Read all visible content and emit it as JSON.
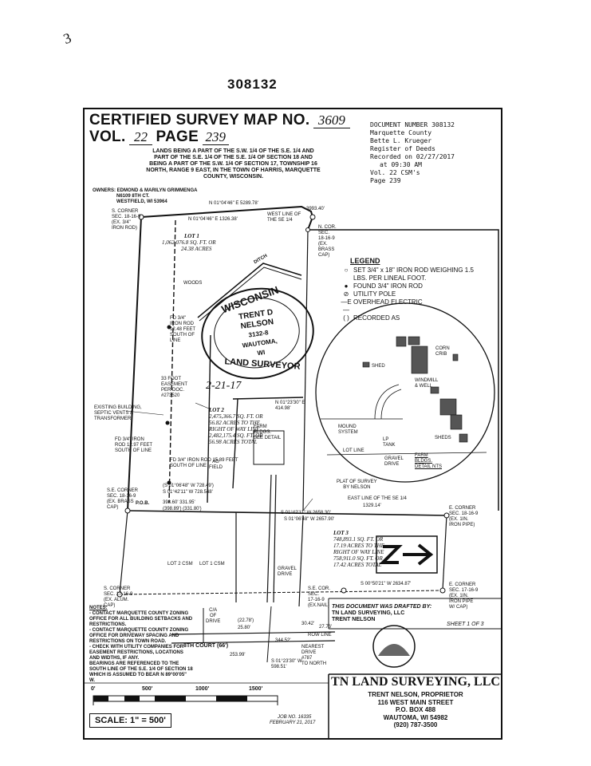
{
  "page_mark": "3",
  "doc_number": "308132",
  "title": "CERTIFIED SURVEY MAP NO.",
  "map_no": "3609",
  "vol_label": "VOL.",
  "vol_no": "22",
  "page_label": "PAGE",
  "page_no": "239",
  "description": [
    "LANDS BEING A PART OF THE S.W. 1/4 OF THE S.E. 1/4 AND",
    "PART OF THE S.E. 1/4 OF THE S.E. 1/4 OF SECTION 18 AND",
    "BEING A PART OF THE S.W. 1/4 OF SECTION 17, TOWNSHIP 16",
    "NORTH, RANGE 9 EAST, IN THE TOWN OF HARRIS, MARQUETTE",
    "COUNTY, WISCONSIN."
  ],
  "owners": [
    "OWNERS: EDMOND & MARILYN GRIMMENGA",
    "N6109 8TH CT.",
    "WESTFIELD, WI 53964"
  ],
  "recording_stamp": [
    "DOCUMENT NUMBER 308132",
    "Marquette County",
    "Bette L. Krueger",
    "Register of Deeds",
    "Recorded on 02/27/2017",
    "at 09:30 AM",
    "Vol. 22 CSM's",
    "Page 239"
  ],
  "legend": {
    "title": "LEGEND",
    "items": [
      {
        "symbol": "○",
        "text": "SET 3/4\" x 18\" IRON ROD WEIGHING 1.5 LBS. PER LINEAL FOOT."
      },
      {
        "symbol": "●",
        "text": "FOUND 3/4\" IRON ROD"
      },
      {
        "symbol": "⊘",
        "text": "UTILITY POLE"
      },
      {
        "symbol": "—E—",
        "text": "OVERHEAD ELECTRIC"
      },
      {
        "symbol": "( )",
        "text": "RECORDED AS"
      }
    ]
  },
  "seal": {
    "top": "WISCONSIN",
    "name1": "TRENT D",
    "name2": "NELSON",
    "number": "3132-8",
    "city": "WAUTOMA,",
    "state": "WI",
    "bottom": "LAND SURVEYOR",
    "signature_date": "2-21-17"
  },
  "lots": [
    {
      "name": "LOT 1",
      "lines": [
        "1,062,076.8 SQ. FT. OR",
        "24.38 ACRES"
      ]
    },
    {
      "name": "LOT 2",
      "lines": [
        "2,475,366.7 SQ. FT. OR",
        "56.82 ACRES TO THE",
        "RIGHT OF WAY LINE",
        "2,482,175.4 SQ. FT. OR",
        "56.98 ACRES TOTAL"
      ]
    },
    {
      "name": "LOT 3",
      "lines": [
        "748,893.1 SQ. FT. OR",
        "17.19 ACRES TO THE",
        "RIGHT OF WAY LINE",
        "758,911.0 SQ. FT. OR",
        "17.42 ACRES TOTAL"
      ]
    }
  ],
  "corners": {
    "s_corner_top": [
      "S. CORNER",
      "SEC. 18-16-9",
      "(EX. 3/4\"",
      "IRON ROD)"
    ],
    "n_cor": [
      "N. COR.",
      "SEC.",
      "18-16-9",
      "(EX.",
      "BRASS",
      "CAP)"
    ],
    "se_corner": [
      "S.E. CORNER",
      "SEC. 18-16-9",
      "(EX. BRASS",
      "CAP)"
    ],
    "e_corner_a": [
      "E. CORNER",
      "SEC. 18-16-9",
      "(EX. 1IN.",
      "IRON PIPE)"
    ],
    "e_corner_b": [
      "E. CORNER",
      "SEC. 17-16-9",
      "(EX. 1IN.",
      "IRON PIPE",
      "W/ CAP)"
    ],
    "s_corner_17": [
      "S. CORNER",
      "SEC. 17-16-9",
      "(EX. ALUM.",
      "CAP)"
    ],
    "se_cor_17": [
      "S.E. COR.",
      "SEC.",
      "17-16-9",
      "(EX.NAIL)"
    ]
  },
  "labels": {
    "top_bearing": "N 01°04'46\" E    5289.78'",
    "top_dim": "3993.40'",
    "b2": "N 01°04'46\" E    1326.38'",
    "west_line": "WEST LINE OF THE SE 1/4",
    "ditch": "DITCH",
    "woods": "WOODS",
    "easement": [
      "33 FOOT",
      "EASEMENT",
      "PER DOC.",
      "#273520"
    ],
    "fd_rod1": [
      "FD 3/4\"",
      "IRON ROD",
      "12.48 FEET",
      "SOUTH OF",
      "LINE"
    ],
    "existing_bldg": [
      "EXISTING BUILDING,",
      "SEPTIC VENTS &",
      "TRANSFORMER"
    ],
    "fd_rod2": [
      "FD 3/4\" IRON",
      "ROD 12.97 FEET",
      "SOUTH OF LINE"
    ],
    "fd_rod3": [
      "FD 3/4\" IRON ROD 15.89 FEET",
      "SOUTH OF LINE"
    ],
    "ag_field": [
      "AG",
      "FIELD"
    ],
    "farm_bldgs": [
      "FARM",
      "BLDGS.",
      "SEE DETAIL"
    ],
    "b_414": "N 01°23'30\" E\n414.98'",
    "plat": [
      "PLAT OF SURVEY",
      "BY NELSON"
    ],
    "east_line": "EAST LINE OF THE SE 1/4",
    "b_1329": "1329.14'",
    "pob": "P.O.B.",
    "b_2658": "S 01°42'11\" W    2658.30'",
    "b_2657": "S 01°06'48\" W    2657.90'",
    "b_2634": "S 00°50'21\" W    2634.87'",
    "b_728a": "(S 01°06'48\" W   728.49')",
    "b_728b": "S 01°42'11\" W   728.548'",
    "b_398": "398.60'   331.95'",
    "b_398r": "(398.89')   (331.80')",
    "lot2_crm": "LOT 2 CSM",
    "lot1_csm": "LOT 1 CSM",
    "gravel": [
      "GRAVEL",
      "DRIVE"
    ],
    "ca_drive": [
      "C/A",
      "OF",
      "DRIVE"
    ],
    "row_line": "ROW LINE",
    "court": "8TH COURT (66')",
    "nearest": [
      "NEAREST",
      "DRIVE",
      "#787",
      "TO NORTH"
    ],
    "b_598": "S 01°23'30\" W\n598.51'",
    "d_344": "344.52'",
    "d_253": "253.99'",
    "d_2278": "(22.78')",
    "d_2580": "25.80'",
    "d_3042": "30.42'",
    "d_2776": "27.76'",
    "shed": "SHED",
    "detail_labels": [
      "SHED",
      "CORN CRIB",
      "WINDMILL & WELL",
      "MOUND SYSTEM",
      "LP TANK",
      "SHEDS",
      "LOT LINE",
      "GRAVEL DRIVE",
      "FARM BLDGS. DETAIL NTS"
    ]
  },
  "notes": [
    "NOTES:",
    "- CONTACT MARQUETTE COUNTY ZONING OFFICE FOR ALL BUILDING SETBACKS AND RESTRICTIONS.",
    "- CONTACT MARQUETTE COUNTY ZONING OFFICE FOR DRIVEWAY SPACING AND RESTRICTIONS ON TOWN ROAD.",
    "- CHECK WITH UTILITY COMPANIES FOR EASEMENT RESTRICTIONS, LOCATIONS AND WIDTHS, IF ANY.",
    "",
    "BEARINGS ARE REFERENCED TO THE SOUTH LINE OF THE S.E. 1/4 OF SECTION 18 WHICH IS ASSUMED TO BEAR N 89°00'05\" W."
  ],
  "drafted": [
    "THIS DOCUMENT WAS DRAFTED BY:",
    "TN LAND SURVEYING, LLC",
    "TRENT NELSON"
  ],
  "sheet": "SHEET 1 OF 3",
  "company": {
    "name": "TN LAND SURVEYING, LLC",
    "lines": [
      "TRENT NELSON, PROPRIETOR",
      "116 WEST MAIN STREET",
      "P.O. BOX 488",
      "WAUTOMA, WI 54982",
      "(920) 787-3500"
    ]
  },
  "scale_ticks": [
    "0'",
    "500'",
    "1000'",
    "1500'"
  ],
  "scale": "SCALE:  1\" = 500'",
  "job": [
    "JOB NO. 16335",
    "FEBRUARY 21, 2017"
  ]
}
